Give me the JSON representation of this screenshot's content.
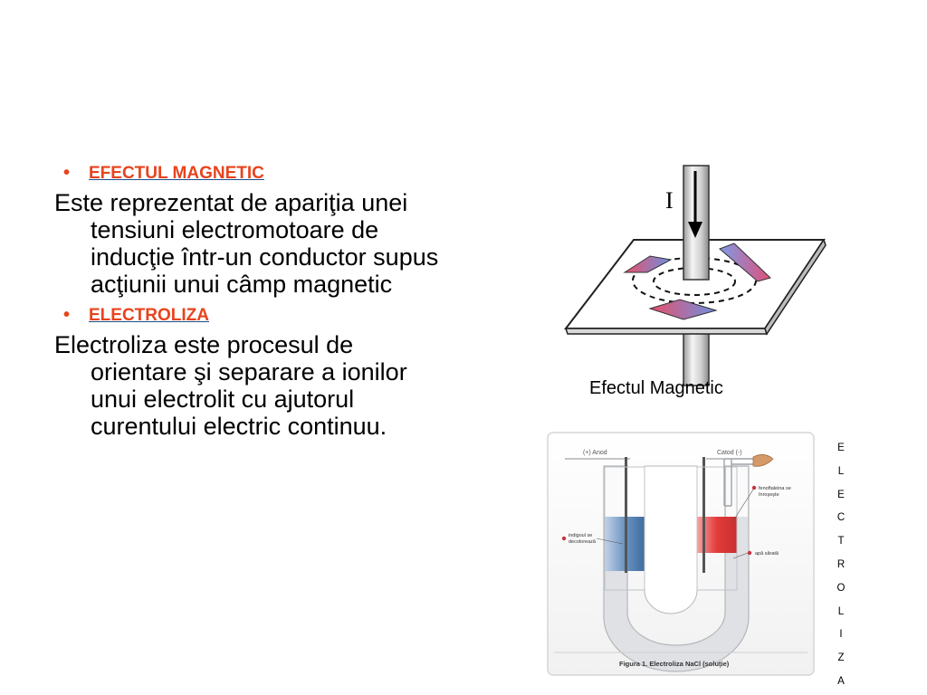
{
  "section1": {
    "bullet": "•",
    "heading": "EFECTUL MAGNETIC",
    "text": "Este reprezentat de apariţia unei tensiuni electromotoare de inducţie într-un conductor supus acţiunii unui câmp magnetic"
  },
  "section2": {
    "bullet": "•",
    "heading": "ELECTROLIZA",
    "text": "Electroliza este procesul de orientare şi separare a ionilor unui electrolit cu ajutorul curentului electric continuu."
  },
  "figure_magnetic": {
    "current_label": "I",
    "caption": "Efectul Magnetic"
  },
  "figure_electrolysis": {
    "anode_label": "(+) Anod",
    "cathode_label": "Catod (-)",
    "label_left": [
      "indigoul se",
      "decolorează"
    ],
    "label_right_top": [
      "fenoftaleina se",
      "înroşeşte"
    ],
    "label_right_bottom": "apă sărată",
    "caption": "Figura 1. Electroliza NaCl (soluţie)"
  },
  "vertical_text": [
    "E",
    "L",
    "E",
    "C",
    "T",
    "R",
    "O",
    "L",
    "I",
    "Z",
    "A"
  ],
  "colors": {
    "heading": "#e8431e",
    "underline": "#1a4f8b",
    "blue_solution": "#7fa3c7",
    "red_solution": "#e23b3b",
    "tube": "#dfe1e4"
  }
}
